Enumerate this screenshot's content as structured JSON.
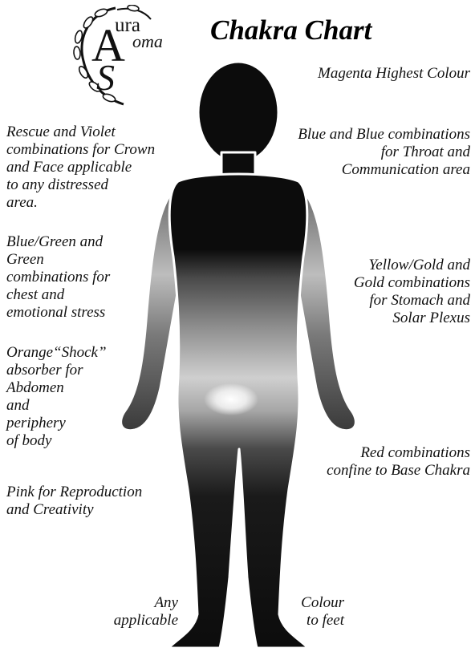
{
  "logo": {
    "word_top": "ura",
    "word_bottom": "oma",
    "initial_top": "A",
    "initial_bottom": "S"
  },
  "title": "Chakra Chart",
  "labels": {
    "magenta": "Magenta Highest Colour",
    "crown": "Rescue and Violet\ncombinations for Crown\nand Face applicable\nto any distressed\narea.",
    "throat": "Blue and Blue combinations\nfor Throat and\nCommunication area",
    "chest": "Blue/Green and\nGreen\ncombinations for\nchest and\nemotional stress",
    "solar": "Yellow/Gold and\nGold combinations\nfor Stomach and\nSolar Plexus",
    "abdomen": "Orange“Shock”\nabsorber for\nAbdomen\nand\nperiphery\nof body",
    "base": "Red combinations\nconfine to Base Chakra",
    "pink": "Pink for Reproduction\nand Creativity",
    "any": "Any\napplicable",
    "feet": "Colour\nto feet"
  },
  "colors": {
    "ink": "#111111",
    "body_dark": "#0c0c0c",
    "chest_mid": "#6e6e6e",
    "solar_light": "#d2d2d2",
    "glow": "#ffffff"
  }
}
